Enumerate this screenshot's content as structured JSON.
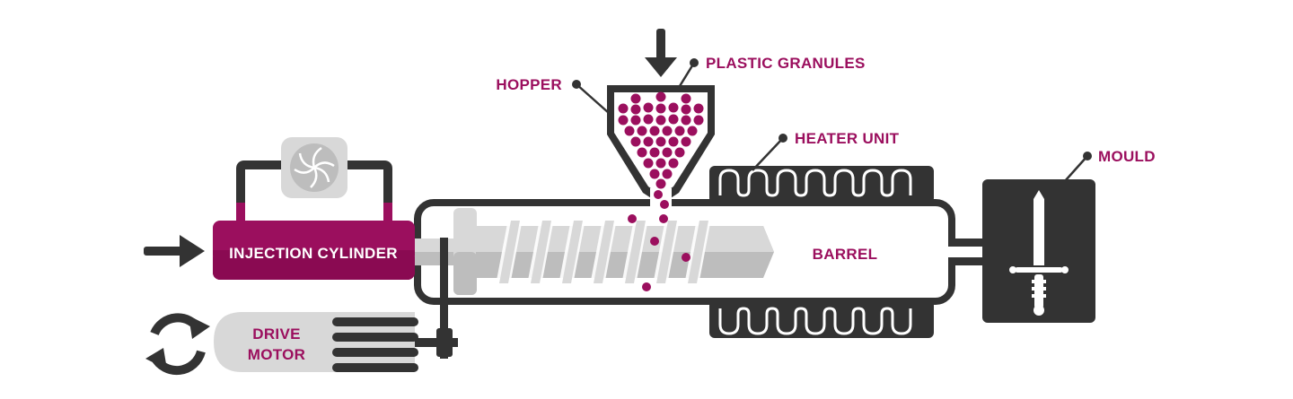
{
  "labels": {
    "plastic_granules": "PLASTIC GRANULES",
    "hopper": "HOPPER",
    "heater_unit": "HEATER UNIT",
    "mould": "MOULD",
    "injection_cylinder": "INJECTION CYLINDER",
    "barrel": "BARREL",
    "drive_motor_line1": "DRIVE",
    "drive_motor_line2": "MOTOR"
  },
  "colors": {
    "accent": "#9b0f5e",
    "dark": "#333333",
    "light_gray": "#d8d8d8",
    "mid_gray": "#bdbdbd",
    "white": "#ffffff"
  },
  "icons": {
    "input_arrow": "arrow-right-icon",
    "feed_arrow": "arrow-down-icon",
    "fan": "fan-icon",
    "rotation": "rotate-arrows-icon",
    "sword": "sword-icon"
  }
}
